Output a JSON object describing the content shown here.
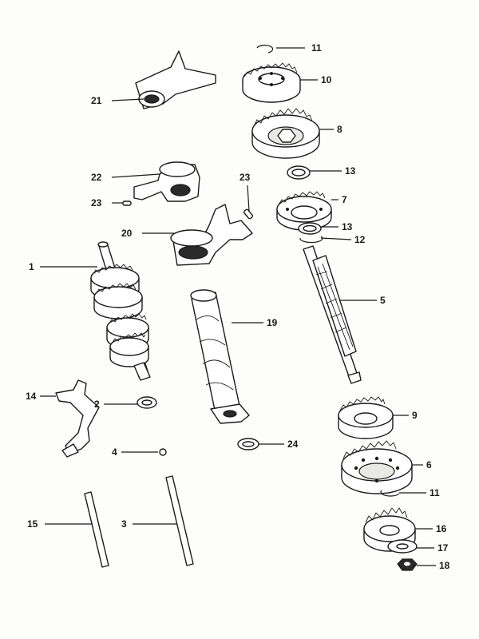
{
  "diagram": {
    "callouts": {
      "c1": "1",
      "c2": "2",
      "c3": "3",
      "c4": "4",
      "c5": "5",
      "c6": "6",
      "c7": "7",
      "c8": "8",
      "c9": "9",
      "c10": "10",
      "c11a": "11",
      "c11b": "11",
      "c12": "12",
      "c13a": "13",
      "c13b": "13",
      "c14": "14",
      "c15": "15",
      "c16": "16",
      "c17": "17",
      "c18": "18",
      "c19": "19",
      "c20": "20",
      "c21": "21",
      "c22": "22",
      "c23a": "23",
      "c23b": "23",
      "c24": "24"
    }
  }
}
